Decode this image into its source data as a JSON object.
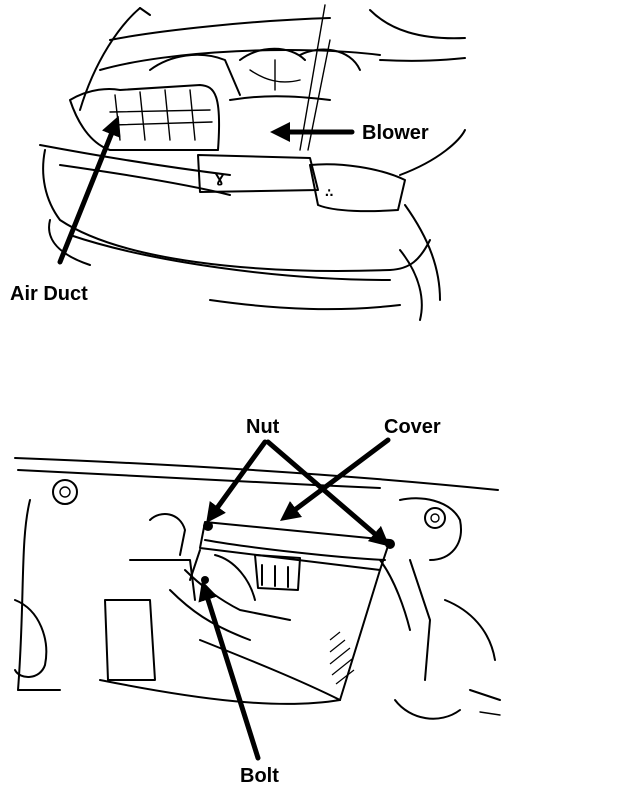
{
  "top_figure": {
    "labels": {
      "blower": "Blower",
      "air_duct": "Air Duct"
    }
  },
  "bottom_figure": {
    "labels": {
      "nut": "Nut",
      "cover": "Cover",
      "bolt": "Bolt"
    }
  }
}
